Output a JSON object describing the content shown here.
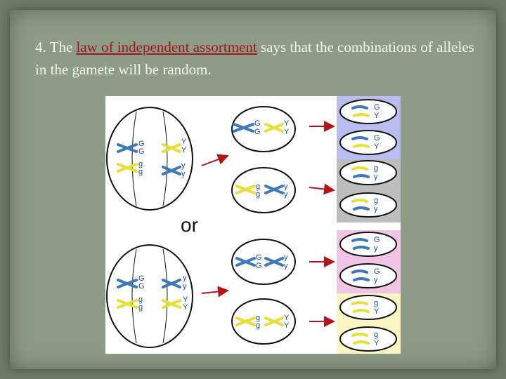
{
  "slide": {
    "bullet_symbol": "",
    "text_before": " 4. The ",
    "term": "law of independent assortment",
    "text_after": " says that the combinations of alleles in the gamete will be random."
  },
  "figure": {
    "or_label": "or",
    "top_cell": {
      "labels_left": [
        "G",
        "G",
        "g",
        "g"
      ],
      "labels_right": [
        "Y",
        "Y",
        "y",
        "y"
      ]
    },
    "bottom_cell": {
      "labels_left": [
        "G",
        "G",
        "g",
        "g"
      ],
      "labels_right": [
        "y",
        "y",
        "Y",
        "Y"
      ]
    },
    "intermediate_cells": [
      {
        "left": [
          "G",
          "G"
        ],
        "right": [
          "Y",
          "Y"
        ]
      },
      {
        "left": [
          "g",
          "g"
        ],
        "right": [
          "y",
          "y"
        ]
      },
      {
        "left": [
          "G",
          "G"
        ],
        "right": [
          "y",
          "y"
        ]
      },
      {
        "left": [
          "g",
          "g"
        ],
        "right": [
          "Y",
          "Y"
        ]
      }
    ],
    "gametes": [
      {
        "label_top": "G",
        "label_bottom": "Y"
      },
      {
        "label_top": "G",
        "label_bottom": "Y"
      },
      {
        "label_top": "g",
        "label_bottom": "y"
      },
      {
        "label_top": "g",
        "label_bottom": "y"
      },
      {
        "label_top": "G",
        "label_bottom": "y"
      },
      {
        "label_top": "G",
        "label_bottom": "y"
      },
      {
        "label_top": "g",
        "label_bottom": "Y"
      },
      {
        "label_top": "g",
        "label_bottom": "Y"
      }
    ],
    "colors": {
      "blue_chromosome": "#3f79b8",
      "yellow_chromosome": "#e8df3a",
      "arrow": "#b3151a",
      "label": "#1a4ea0",
      "group_blue_bg": "#b9bdf0",
      "group_gray_bg": "#bdbdbd",
      "group_pink_bg": "#f1c4e6",
      "group_yellow_bg": "#fbf6c3"
    }
  }
}
